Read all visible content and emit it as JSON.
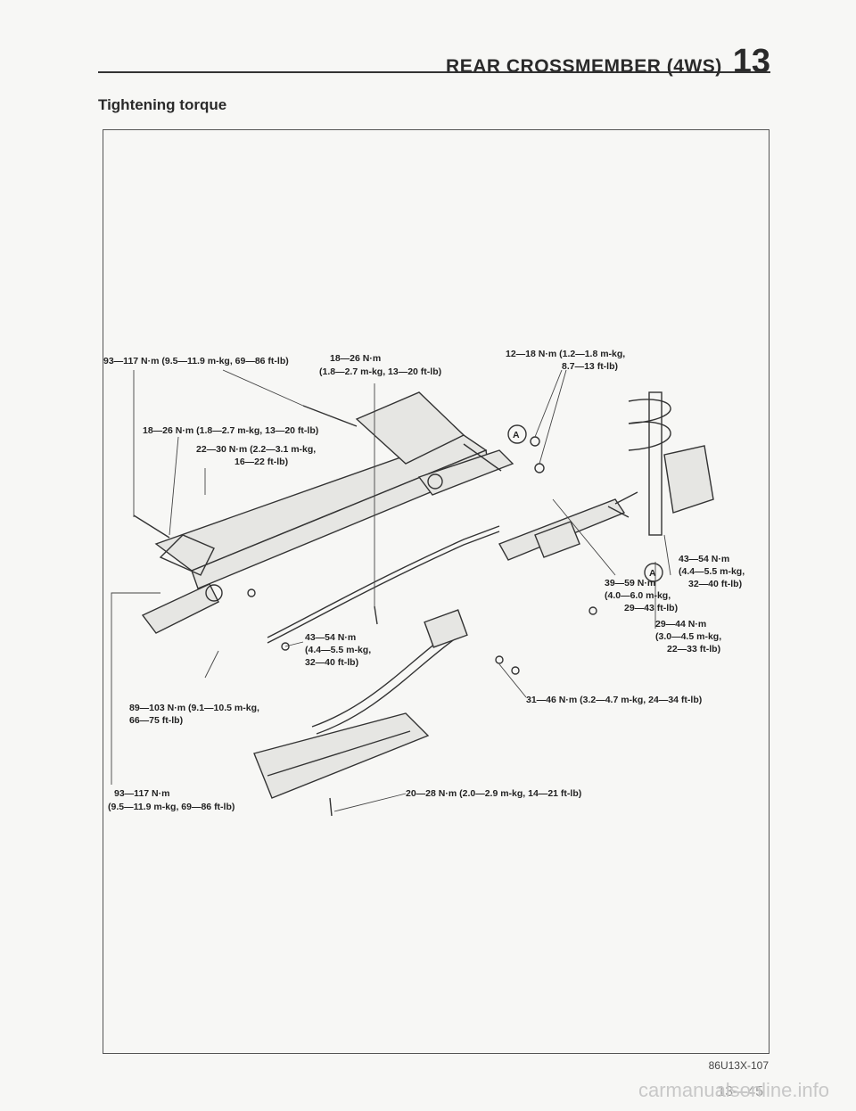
{
  "header": {
    "title": "REAR CROSSMEMBER (4WS)",
    "section_number": "13"
  },
  "section_heading": "Tightening torque",
  "torque_labels": [
    {
      "id": "t1",
      "lines": [
        "93—117 N·m (9.5—11.9 m-kg, 69—86 ft-lb)"
      ]
    },
    {
      "id": "t2",
      "lines": [
        "18—26 N·m",
        "(1.8—2.7 m-kg, 13—20 ft-lb)"
      ]
    },
    {
      "id": "t3",
      "lines": [
        "12—18 N·m (1.2—1.8 m-kg,",
        "8.7—13 ft-lb)"
      ]
    },
    {
      "id": "t4",
      "lines": [
        "18—26 N·m (1.8—2.7 m-kg, 13—20 ft-lb)"
      ]
    },
    {
      "id": "t5",
      "lines": [
        "22—30 N·m (2.2—3.1 m-kg,",
        "16—22 ft-lb)"
      ]
    },
    {
      "id": "t6",
      "lines": [
        "43—54 N·m",
        "(4.4—5.5 m-kg,",
        "32—40 ft-lb)"
      ]
    },
    {
      "id": "t7",
      "lines": [
        "39—59 N·m",
        "(4.0—6.0 m-kg,",
        "29—43 ft-lb)"
      ]
    },
    {
      "id": "t8",
      "lines": [
        "29—44 N·m",
        "(3.0—4.5 m-kg,",
        "22—33 ft-lb)"
      ]
    },
    {
      "id": "t9",
      "lines": [
        "43—54 N·m",
        "(4.4—5.5 m-kg,",
        "32—40 ft-lb)"
      ]
    },
    {
      "id": "t10",
      "lines": [
        "89—103 N·m (9.1—10.5 m-kg,",
        "66—75 ft-lb)"
      ]
    },
    {
      "id": "t11",
      "lines": [
        "31—46 N·m (3.2—4.7 m-kg, 24—34 ft-lb)"
      ]
    },
    {
      "id": "t12",
      "lines": [
        "93—117 N·m",
        "(9.5—11.9 m-kg, 69—86 ft-lb)"
      ]
    },
    {
      "id": "t13",
      "lines": [
        "20—28 N·m (2.0—2.9 m-kg, 14—21 ft-lb)"
      ]
    }
  ],
  "callouts": [
    "A",
    "A"
  ],
  "figure_code": "86U13X-107",
  "page_number": "13—45",
  "watermark": "carmanualsonline.info"
}
